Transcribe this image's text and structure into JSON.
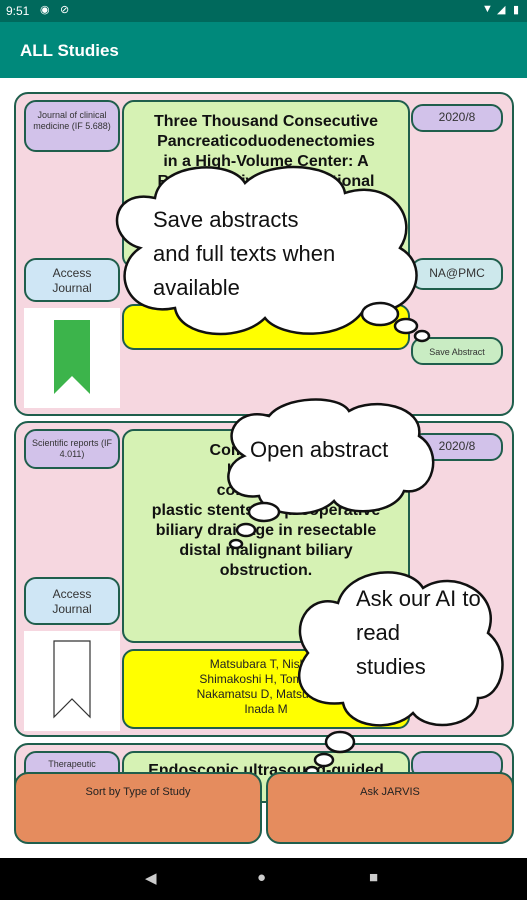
{
  "status_bar": {
    "time": "9:51"
  },
  "app_bar": {
    "title": "ALL Studies"
  },
  "studies": [
    {
      "journal": "Journal of clinical medicine (IF 5.688)",
      "date": "2020/8",
      "title": "Three Thousand Consecutive Pancreaticoduodenectomies in a High-Volume Center: A Retrospective Observational Study",
      "title_visible_lines": [
        "Three Thousand Consecutive",
        "Pancreaticoduodenectomies",
        "in a High-Volume Center: A",
        "Retrospective Observational"
      ],
      "access_label_line1": "Access",
      "access_label_line2": "Journal",
      "availability": "NA@PMC",
      "save_label": "Save Abstract",
      "bookmarked": true
    },
    {
      "journal": "Scientific reports (IF 4.011)",
      "date": "2020/8",
      "title_visible_lines": [
        "Comparison of",
        "large-bore",
        "conventional",
        "plastic stents for preoperative",
        "biliary drainage in resectable",
        "distal malignant biliary",
        "obstruction."
      ],
      "access_label_line1": "Access",
      "access_label_line2": "Journal",
      "authors_lines": [
        "Matsubara T, Nishida",
        "Shimakoshi H, Tomimaru",
        "Nakamatsu D, Matsumoto",
        "Inada M"
      ],
      "bookmarked": false
    },
    {
      "journal": "Therapeutic",
      "title_visible_lines": [
        "Endoscopic ultrasound-guided"
      ]
    }
  ],
  "bottom_bar": {
    "sort_label": "Sort by Type of Study",
    "ask_label": "Ask JARVIS"
  },
  "callouts": {
    "save_tip_lines": [
      "Save abstracts",
      "and full texts when",
      "available"
    ],
    "open_tip": "Open abstract",
    "ai_tip_lines": [
      "Ask our AI to",
      "read",
      "studies"
    ]
  },
  "colors": {
    "app_bar": "#00897b",
    "status_bar": "#00695c",
    "card_bg": "#f6d7e0",
    "title_box": "#d6f2b4",
    "authors_box": "#ffff00",
    "journal_pill": "#d2c2ea",
    "access_pill": "#cfe6f5",
    "bottom_button": "#e58c5e",
    "bookmark_green": "#3cb44b"
  },
  "icons": {
    "status": [
      "wifi-icon",
      "signal-icon",
      "battery-icon"
    ],
    "bookmark_filled": "bookmark-filled-icon",
    "bookmark_outline": "bookmark-outline-icon",
    "nav": [
      "back-icon",
      "home-icon",
      "recents-icon"
    ]
  }
}
